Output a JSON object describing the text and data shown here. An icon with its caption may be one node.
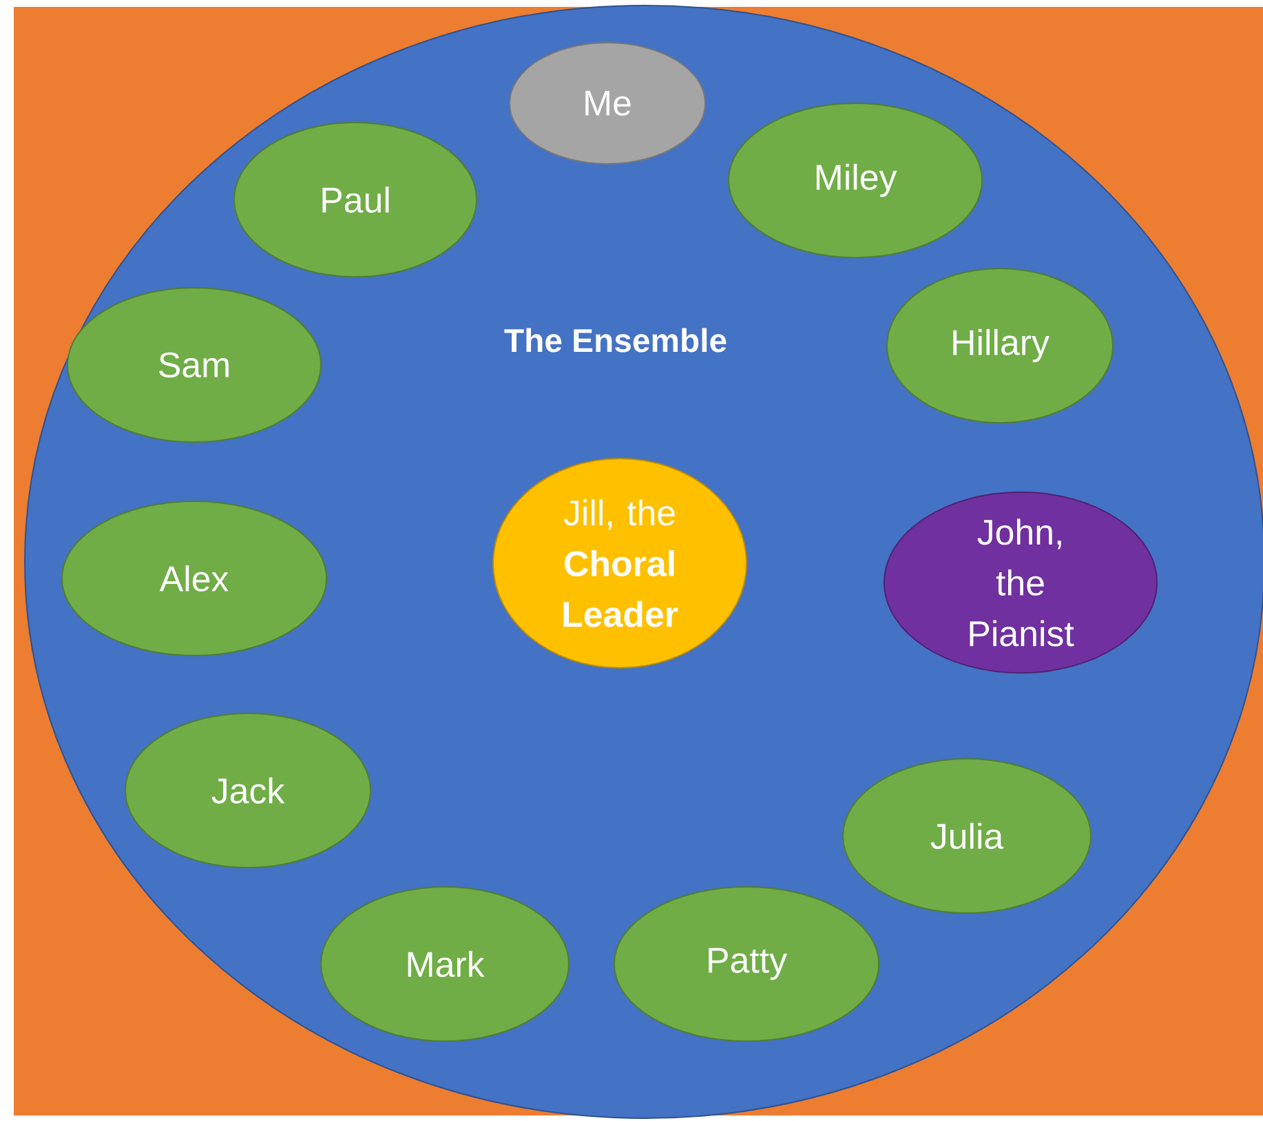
{
  "diagram": {
    "nodes": [
      {
        "text": [
          "The Ensemble"
        ]
      },
      {
        "text": [
          "Me"
        ],
        "in": 0
      },
      {
        "text": [
          "Paul"
        ],
        "in": 0
      },
      {
        "text": [
          "Miley"
        ],
        "in": 0
      },
      {
        "text": [
          "Sam"
        ],
        "in": 0
      },
      {
        "text": [
          "Hillary"
        ],
        "in": 0
      },
      {
        "text": [
          "Jill, the **Choral Leader**"
        ],
        "in": 0
      },
      {
        "text": [
          "Alex"
        ],
        "in": 0
      },
      {
        "text": [
          "John, the Pianist"
        ],
        "in": 0
      },
      {
        "text": [
          "Jack"
        ],
        "in": 0
      },
      {
        "text": [
          "Julia"
        ],
        "in": 0
      },
      {
        "text": [
          "Mark"
        ],
        "in": 0
      },
      {
        "text": [
          "Patty"
        ],
        "in": 0
      }
    ]
  }
}
